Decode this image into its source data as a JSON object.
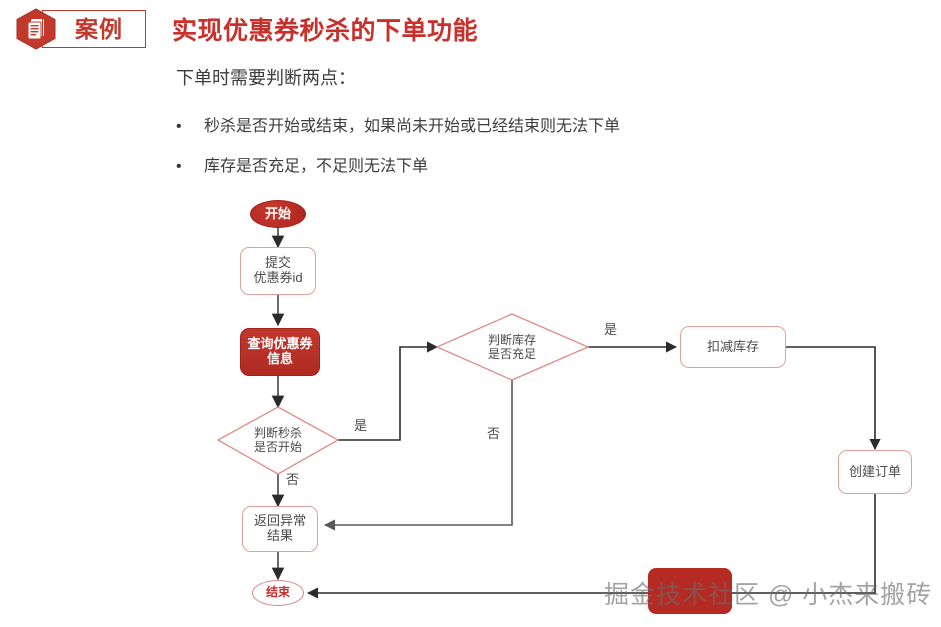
{
  "header": {
    "badge_icon": "document-icon",
    "badge_label": "案例",
    "title": "实现优惠券秒杀的下单功能",
    "title_color": "#c9302c",
    "badge_color": "#c0392b"
  },
  "content": {
    "intro": "下单时需要判断两点：",
    "bullets": [
      {
        "marker": "•",
        "text": "秒杀是否开始或结束，如果尚未开始或已经结束则无法下单"
      },
      {
        "marker": "•",
        "text": "库存是否充足，不足则无法下单"
      }
    ]
  },
  "flowchart": {
    "nodes": [
      {
        "id": "start",
        "label": "开始",
        "shape": "terminator",
        "style": "filled-red"
      },
      {
        "id": "submit",
        "label": "提交\n优惠券id",
        "shape": "process",
        "style": "outline-red"
      },
      {
        "id": "query",
        "label": "查询优惠券\n信息",
        "shape": "process",
        "style": "filled-red"
      },
      {
        "id": "d-seckill",
        "label": "判断秒杀\n是否开始",
        "shape": "decision",
        "style": "outline-red"
      },
      {
        "id": "d-stock",
        "label": "判断库存\n是否充足",
        "shape": "decision",
        "style": "outline-red"
      },
      {
        "id": "deduct",
        "label": "扣减库存",
        "shape": "process",
        "style": "outline-red"
      },
      {
        "id": "create",
        "label": "创建订单",
        "shape": "process",
        "style": "outline-red"
      },
      {
        "id": "error",
        "label": "返回异常\n结果",
        "shape": "process",
        "style": "outline-red"
      },
      {
        "id": "end",
        "label": "结束",
        "shape": "terminator",
        "style": "outline-red"
      }
    ],
    "edge_labels": {
      "seckill_yes": "是",
      "seckill_no": "否",
      "stock_yes": "是",
      "stock_no": "否"
    },
    "colors": {
      "fill_red": "#b52a22",
      "outline_red": "#e0a09c",
      "connector": "#595959"
    }
  },
  "watermark": {
    "text": "掘金技术社区 @ 小杰来搬砖"
  }
}
